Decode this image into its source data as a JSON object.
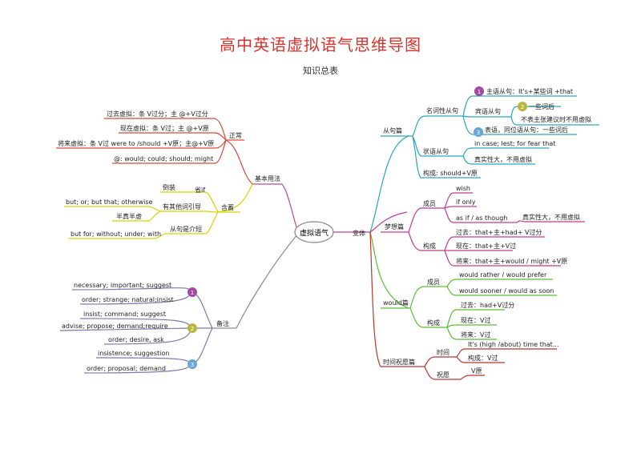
{
  "title": "高中英语虚拟语气思维导图",
  "subtitle": "知识总表",
  "center": "虚拟语气",
  "left": {
    "basic_usage": "基本用法",
    "positive": "正常",
    "past": "过去虚拟：条 V过分；主 @+V过分",
    "present": "现在虚拟：条 V过；主 @+V原",
    "future": "将来虚拟：条 V过 were to /should +V原；主@+V原",
    "modal_list": "@: would; could; should; might",
    "implied": "含蓄",
    "inversion": "倒装",
    "omit_if": "省if",
    "other_word_lead": "有其他词引导",
    "but_words": "but; or; but that; otherwise",
    "half_true": "半真半虚",
    "clause_is_prep": "从句是介短",
    "prep_words": "but for; without; under; with",
    "notes": "备注",
    "n1": "1",
    "n2": "2",
    "n3": "3",
    "note1a": "necessary; important; suggest",
    "note1b": "order; strange; natural;insist",
    "note2a": "insist; command; suggest",
    "note2b": "advise; propose; demand;require",
    "note2c": "order; desire, ask",
    "note3a": "insistence; suggestion",
    "note3b": "order; proposal; demand"
  },
  "right": {
    "variants": "变体",
    "clause": "从句篇",
    "noun_clause": "名词性从句",
    "subject_clause": "主语从句：It's+某些词 +that",
    "object_clause": "宾语从句",
    "some_verbs_after": "一些词后",
    "not_insist": "不表主张建议时不用虚拟",
    "appositive": "表语，同位语从句：一些词后",
    "adverbial": "状语从句",
    "in_case": "in case; lest; for fear that",
    "real_fact": "真实性大，不用虚拟",
    "structure_should": "构成: should+V原",
    "dream": "梦想篇",
    "members": "成员",
    "wish": "wish",
    "if_only": "if  only",
    "as_if": "as if / as though",
    "real_fact2": "真实性大，不用虚拟",
    "composition": "构成",
    "past_had": "过去：that+主+had+ V过分",
    "present_v": "现在：that+主+V过",
    "future_would": "将来：that+主+would / might +V原",
    "would": "would篇",
    "members2": "成员",
    "would_rather": "would rather  / would prefer",
    "would_sooner": "would sooner / would as soon",
    "composition2": "构成",
    "past_had2": "过去：had+V过分",
    "present_v2": "现在：V过",
    "future_v2": "将来：V过",
    "time_wish": "时间祝愿篇",
    "time": "时间",
    "its_time": "It's (high /about) time that...",
    "struct_v": "构成：V过",
    "wish_n": "祝愿",
    "v_base": "V原",
    "n1": "1",
    "n2": "2",
    "n3": "3"
  },
  "colors": {
    "title": "#d9322b",
    "center_stroke": "#8a8a8a",
    "left_upper": "#b04aa8",
    "left_middle": "#d8d200",
    "left_lower": "#7c7ca8",
    "right_clause": "#2aa6b9",
    "right_dream": "#c23c91",
    "right_would": "#5bbd38",
    "right_time": "#b7382e",
    "zhengchang": "#d44a3a",
    "notes_gray": "#888888"
  }
}
